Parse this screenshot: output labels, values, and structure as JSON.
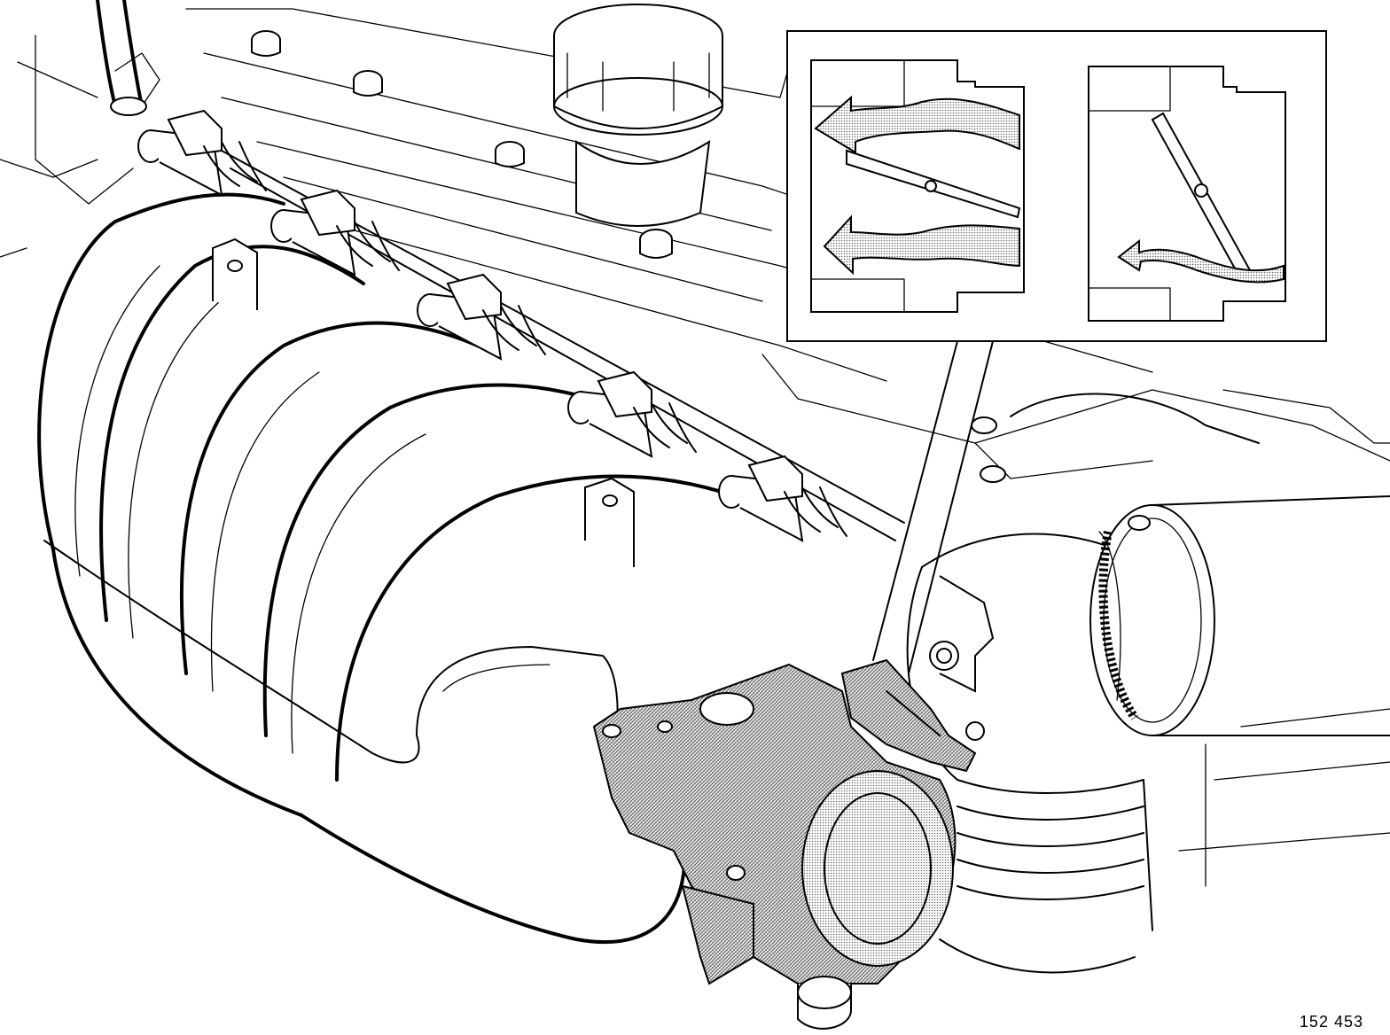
{
  "figure": {
    "number": "152 453"
  },
  "inset": {
    "panels": [
      "throttle-open",
      "throttle-closed"
    ]
  },
  "icons": {
    "airflow_arrow": "airflow-arrow-icon"
  }
}
